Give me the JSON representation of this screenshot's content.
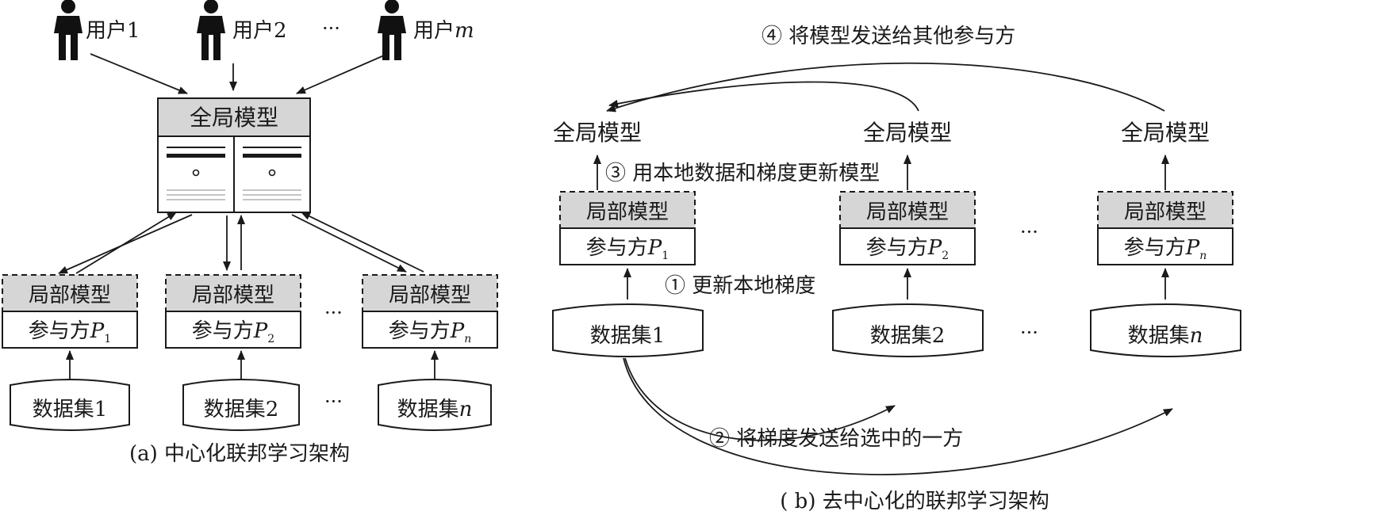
{
  "colors": {
    "ink": "#1a1a1a",
    "box_fill_gray": "#d6d6d6",
    "white": "#ffffff"
  },
  "left": {
    "users": [
      {
        "name": "用户",
        "index": "1",
        "index_italic": false
      },
      {
        "name": "用户",
        "index": "2",
        "index_italic": false
      },
      {
        "name": "用户",
        "index": "m",
        "index_italic": true
      }
    ],
    "user_ellipsis": "···",
    "global_model": "全局模型",
    "participants": [
      {
        "model": "局部模型",
        "label": "参与方",
        "var": "P",
        "sub": "1",
        "sub_italic": false,
        "dataset": "数据集",
        "ds_index": "1",
        "ds_italic": false
      },
      {
        "model": "局部模型",
        "label": "参与方",
        "var": "P",
        "sub": "2",
        "sub_italic": false,
        "dataset": "数据集",
        "ds_index": "2",
        "ds_italic": false
      },
      {
        "model": "局部模型",
        "label": "参与方",
        "var": "P",
        "sub": "n",
        "sub_italic": true,
        "dataset": "数据集",
        "ds_index": "n",
        "ds_italic": true
      }
    ],
    "ellipsis": "···",
    "caption": "(a) 中心化联邦学习架构"
  },
  "right": {
    "global_labels": [
      "全局模型",
      "全局模型",
      "全局模型"
    ],
    "participants": [
      {
        "model": "局部模型",
        "label": "参与方",
        "var": "P",
        "sub": "1",
        "sub_italic": false,
        "dataset": "数据集",
        "ds_index": "1",
        "ds_italic": false
      },
      {
        "model": "局部模型",
        "label": "参与方",
        "var": "P",
        "sub": "2",
        "sub_italic": false,
        "dataset": "数据集",
        "ds_index": "2",
        "ds_italic": false
      },
      {
        "model": "局部模型",
        "label": "参与方",
        "var": "P",
        "sub": "n",
        "sub_italic": true,
        "dataset": "数据集",
        "ds_index": "n",
        "ds_italic": true
      }
    ],
    "ellipsis": "···",
    "steps": {
      "step1": "① 更新本地梯度",
      "step2": "② 将梯度发送给选中的一方",
      "step3": "③ 用本地数据和梯度更新模型",
      "step4": "④ 将模型发送给其他参与方"
    },
    "caption": "( b) 去中心化的联邦学习架构"
  }
}
